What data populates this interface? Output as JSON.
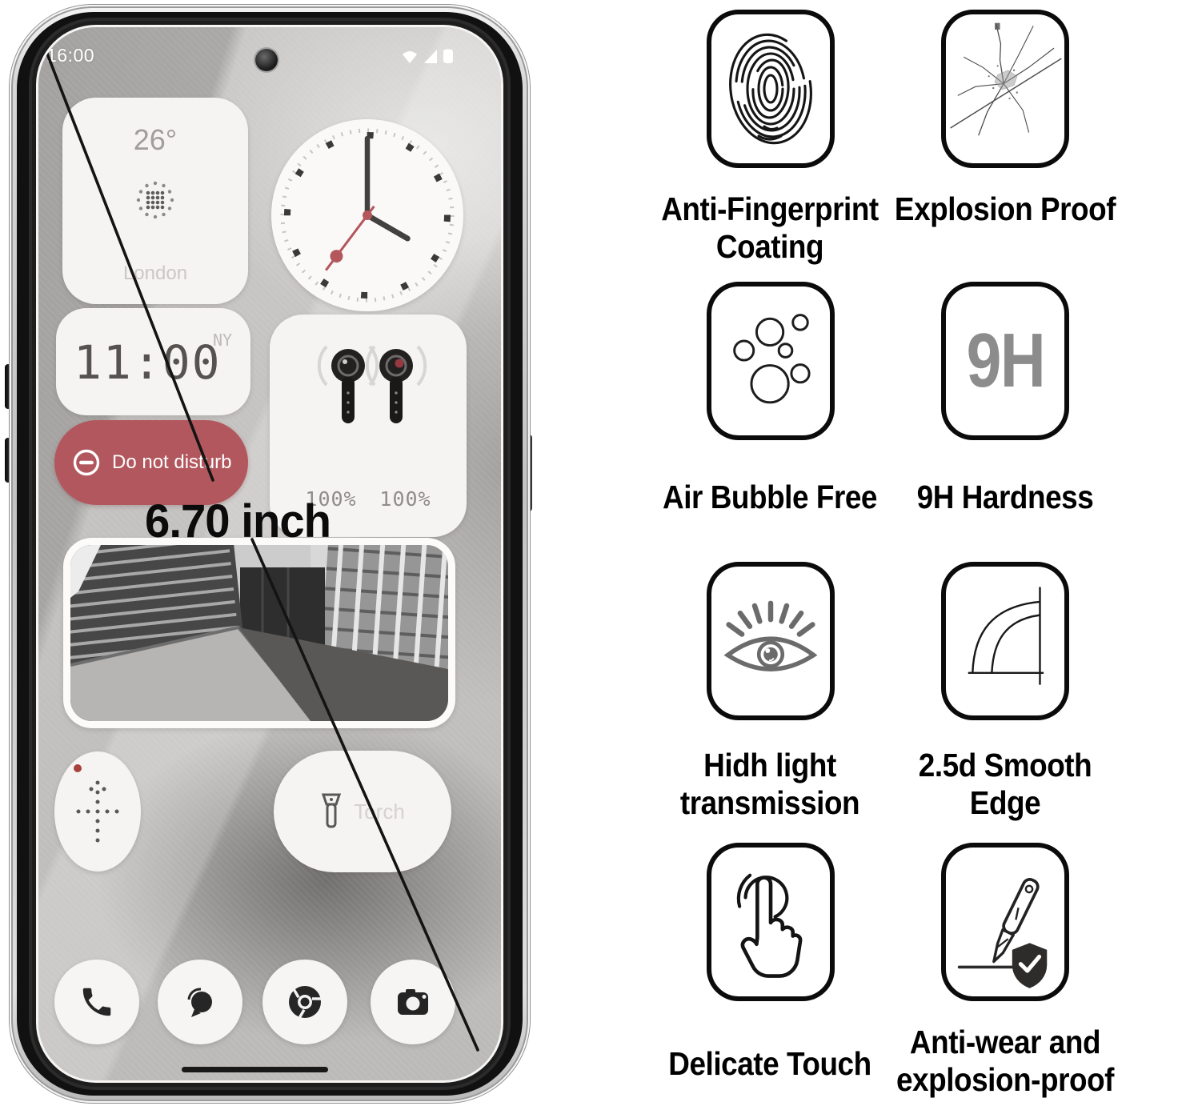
{
  "phone": {
    "status_time": "16:00",
    "status_icons": [
      "wifi-icon",
      "signal-icon",
      "battery-icon"
    ],
    "weather": {
      "temperature": "26°",
      "city": "London",
      "icon": "dotted-sun-icon"
    },
    "analog_clock": {
      "shows": "16:00"
    },
    "digital_clock": {
      "time": "11:00",
      "timezone": "NY"
    },
    "dnd": {
      "label": "Do not disturb",
      "icon": "minus-circle-icon"
    },
    "earbuds": {
      "left_battery": "100%",
      "right_battery": "100%"
    },
    "torch": {
      "label": "Torch",
      "icon": "flashlight-icon"
    },
    "home_apps": [
      "phone-icon",
      "messages-icon",
      "chrome-icon",
      "camera-icon"
    ],
    "diagonal_size_label": "6.70 inch"
  },
  "features": [
    {
      "icon": "fingerprint-icon",
      "line1": "Anti-Fingerprint",
      "line2": "Coating"
    },
    {
      "icon": "cracked-glass-icon",
      "line1": "Explosion Proof",
      "line2": ""
    },
    {
      "icon": "air-bubbles-icon",
      "line1": "Air Bubble Free",
      "line2": ""
    },
    {
      "icon": "hardness-9h-badge",
      "badge": "9H",
      "line1": "9H Hardness",
      "line2": ""
    },
    {
      "icon": "eye-icon",
      "line1": "Hidh light",
      "line2": "transmission"
    },
    {
      "icon": "smooth-edge-icon",
      "line1": "2.5d Smooth",
      "line2": "Edge"
    },
    {
      "icon": "touch-icon",
      "line1": "Delicate Touch",
      "line2": ""
    },
    {
      "icon": "knife-shield-icon",
      "line1": "Anti-wear and",
      "line2": "explosion-proof"
    }
  ],
  "colors": {
    "dnd_pill": "#b2575d",
    "clock_accent": "#b4575c",
    "hardness_gray": "#8c8c8c",
    "label_text": "#000000"
  }
}
